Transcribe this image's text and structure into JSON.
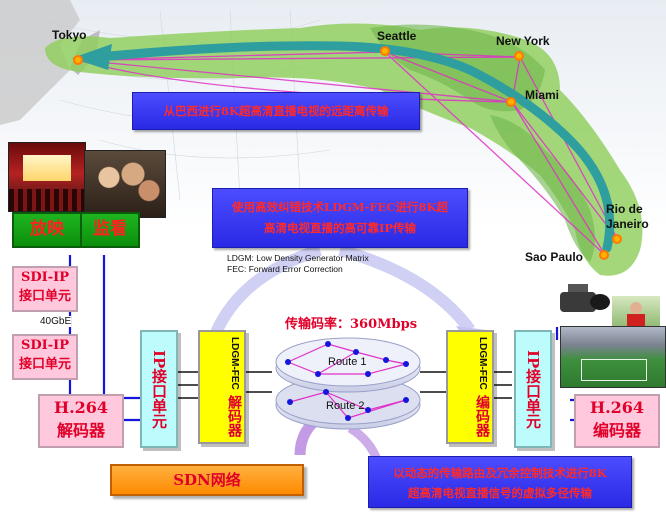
{
  "cities": {
    "tokyo": "Tokyo",
    "seattle": "Seattle",
    "new_york": "New York",
    "miami": "Miami",
    "rio": "Rio de Janeiro",
    "rio_line1": "Rio de",
    "rio_line2": "Janeiro",
    "sao_paulo": "Sao Paulo"
  },
  "banners": {
    "top": "从巴西进行8K超高清直播电视的远距离传输",
    "middle_line1": "使用高效纠错技术LDGM-FEC进行8K超",
    "middle_line2": "高清电视直播的高可靠IP传输",
    "bottom_line1": "以动态的传输路由及冗余控制技术进行8K",
    "bottom_line2": "超高清电视直播信号的虚拟多径传输"
  },
  "notes": {
    "ldgm": "LDGM: Low Density Generator Matrix",
    "fec": "FEC: Forward Error Correction"
  },
  "left": {
    "screening": "放映",
    "monitoring": "监看",
    "sdi_ip_1_line1": "SDI-IP",
    "sdi_ip_1_line2": "接口单元",
    "link": "40GbE",
    "sdi_ip_2_line1": "SDI-IP",
    "sdi_ip_2_line2": "接口单元",
    "decoder_line1": "H.264",
    "decoder_line2": "解码器",
    "ip_unit": "IP接口单元",
    "fec_label": "LDGM-FEC",
    "fec_role": "解码器"
  },
  "right": {
    "encoder_line1": "H.264",
    "encoder_line2": "编码器",
    "ip_unit": "IP接口单元",
    "fec_label": "LDGM-FEC",
    "fec_role": "编码器"
  },
  "center": {
    "rate": "传输码率：360Mbps",
    "route1": "Route 1",
    "route2": "Route 2",
    "sdn": "SDN网络"
  },
  "colors": {
    "map_green": "#8fce5c",
    "route_arrow": "#2e9e9e",
    "link_blue": "#1515e0",
    "pink_route": "#e030c8",
    "text_red": "#e0002a"
  }
}
